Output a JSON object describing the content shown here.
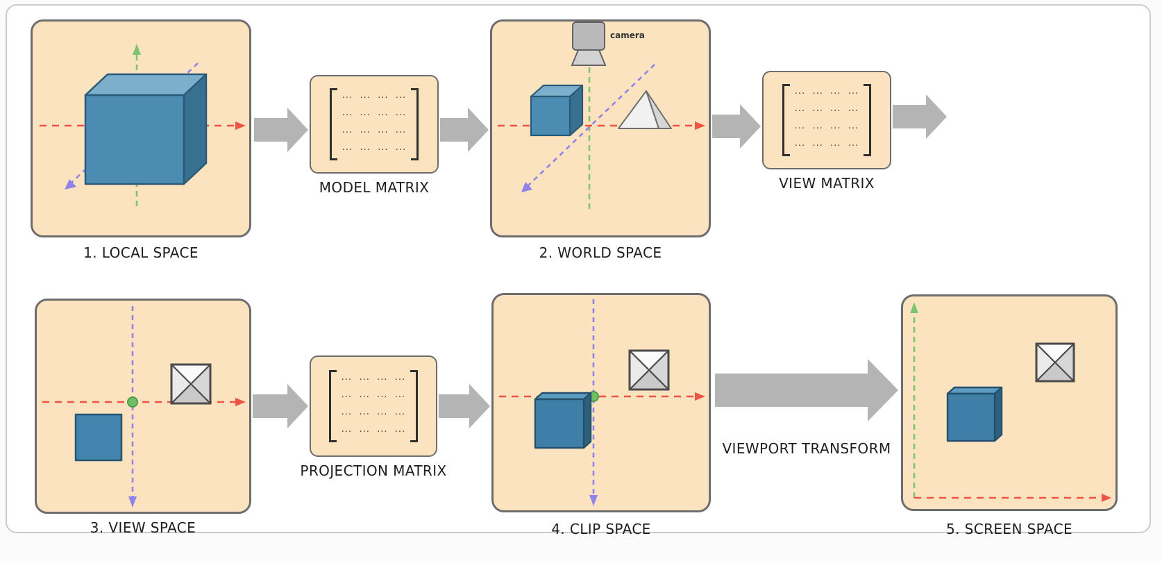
{
  "panels": [
    {
      "id": "local-space",
      "label": "1. LOCAL SPACE"
    },
    {
      "id": "world-space",
      "label": "2. WORLD SPACE"
    },
    {
      "id": "view-space",
      "label": "3. VIEW SPACE"
    },
    {
      "id": "clip-space",
      "label": "4. CLIP SPACE"
    },
    {
      "id": "screen-space",
      "label": "5. SCREEN SPACE"
    }
  ],
  "matrices": [
    {
      "id": "model-matrix",
      "label": "MODEL MATRIX"
    },
    {
      "id": "view-matrix",
      "label": "VIEW MATRIX"
    },
    {
      "id": "projection-matrix",
      "label": "PROJECTION MATRIX"
    }
  ],
  "viewport_transform_label": "VIEWPORT TRANSFORM",
  "camera_label": "camera",
  "matrix_row_glyph": "···  ···  ···  ···",
  "colors": {
    "panel_bg": "#fce3bf",
    "panel_border": "#6d6d6d",
    "arrow_gray": "#b4b4b4",
    "axis_red": "#ef5344",
    "axis_green": "#7cc46f",
    "axis_purple": "#8f83ea",
    "object_blue": "#4d8cb2",
    "label_text": "#1e1e1e"
  }
}
